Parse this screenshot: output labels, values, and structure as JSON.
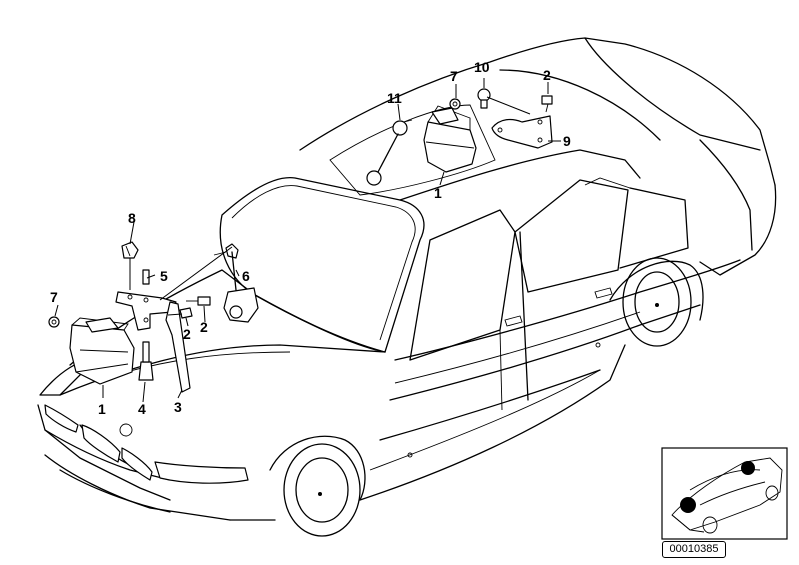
{
  "diagram": {
    "callouts": {
      "c1_front": "1",
      "c1_rear": "1",
      "c2_rear": "2",
      "c2_front_a": "2",
      "c2_front_b": "2",
      "c3": "3",
      "c4": "4",
      "c5": "5",
      "c6": "6",
      "c7_front": "7",
      "c7_rear": "7",
      "c8": "8",
      "c9": "9",
      "c10": "10",
      "c11": "11"
    },
    "reference_code": "00010385",
    "colors": {
      "line": "#000000",
      "background": "#ffffff"
    }
  }
}
